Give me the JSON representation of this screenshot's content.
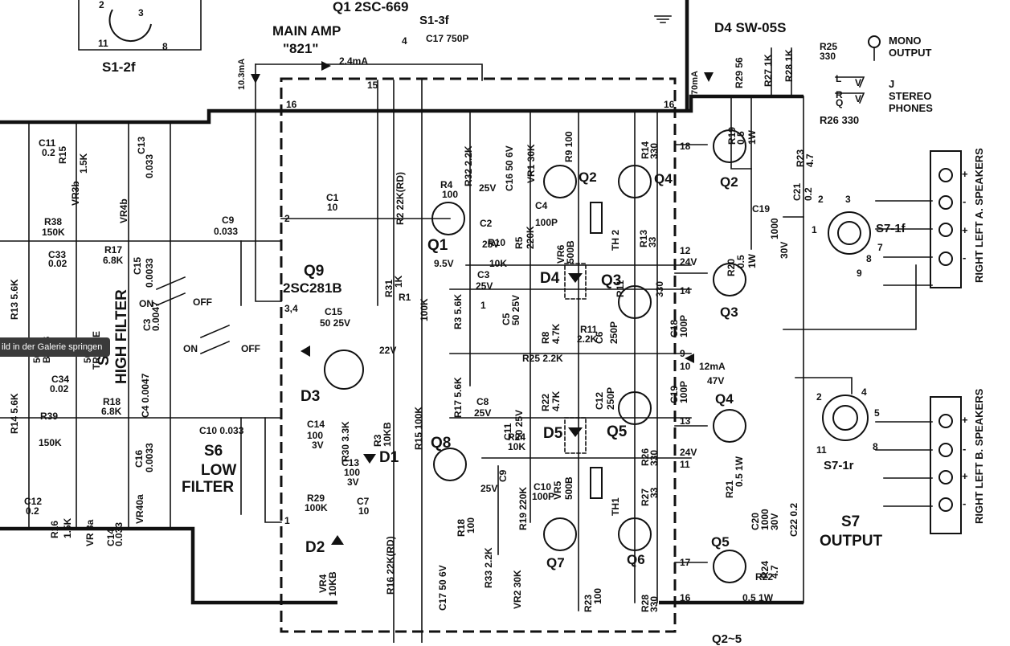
{
  "gallery_caption": "ild in der Galerie springen",
  "headings": {
    "q1": "Q1 2SC-669",
    "main_amp": "MAIN AMP",
    "main_amp_code": "\"821\"",
    "d4_sw": "D4 SW-05S",
    "q9": "Q9",
    "q9_type": "2SC281B",
    "s1_2f": "S1-2f",
    "s1_3f": "S1-3f",
    "s4": "S4",
    "high_filter": "HIGH FILTER",
    "s6": "S6",
    "low": "LOW",
    "filter": "FILTER",
    "s7": "S7",
    "output": "OUTPUT",
    "s7_1f": "S7-1f",
    "s7_1r": "S7-1r",
    "q2_5": "Q2~5"
  },
  "side_labels": {
    "mono": "MONO",
    "mono_output": "OUTPUT",
    "j": "J",
    "stereo": "STEREO",
    "phones": "PHONES",
    "r26": "R26 330",
    "a_speakers": "RIGHT  LEFT  A. SPEAKERS",
    "b_speakers": "RIGHT  LEFT  B. SPEAKERS",
    "plus": "+",
    "minus": "-"
  },
  "currents": {
    "i_10_3": "10.3mA",
    "i_2_4": "2.4mA",
    "i_70": "70mA",
    "i_12": "12mA",
    "v_47": "47V",
    "v_9_5": "9.5V",
    "v_22": "22V",
    "v_24a": "24V",
    "v_24b": "24V"
  },
  "components": [
    {
      "text": "C11",
      "k": "c11"
    },
    {
      "text": "0.2",
      "k": "c11v"
    },
    {
      "text": "R15",
      "k": "r15"
    },
    {
      "text": "1.5K",
      "k": "r15v"
    },
    {
      "text": "C13",
      "k": "c13"
    },
    {
      "text": "0.033",
      "k": "c13v"
    },
    {
      "text": "VR3b",
      "k": "vr3b"
    },
    {
      "text": "VR4b",
      "k": "vr4b"
    },
    {
      "text": "R38",
      "k": "r38"
    },
    {
      "text": "150K",
      "k": "r38v"
    },
    {
      "text": "C33",
      "k": "c33"
    },
    {
      "text": "0.02",
      "k": "c33v"
    },
    {
      "text": "R13 5.6K",
      "k": "r13"
    },
    {
      "text": "R17",
      "k": "r17"
    },
    {
      "text": "6.8K",
      "k": "r17v"
    },
    {
      "text": "C15",
      "k": "c15"
    },
    {
      "text": "0.0033",
      "k": "c15v"
    },
    {
      "text": "C3",
      "k": "c3l"
    },
    {
      "text": "0.0047",
      "k": "c3lv"
    },
    {
      "text": "C9",
      "k": "c9"
    },
    {
      "text": "0.033",
      "k": "c9v"
    },
    {
      "text": "ON",
      "k": "on1"
    },
    {
      "text": "OFF",
      "k": "off1"
    },
    {
      "text": "ON",
      "k": "on2"
    },
    {
      "text": "OFF",
      "k": "off2"
    },
    {
      "text": "C4 0.0047",
      "k": "c4l"
    },
    {
      "text": "50KA",
      "k": "vr50a"
    },
    {
      "text": "BASS",
      "k": "bass"
    },
    {
      "text": "50KA",
      "k": "vr50b"
    },
    {
      "text": "TREBLE",
      "k": "treble"
    },
    {
      "text": "C34",
      "k": "c34"
    },
    {
      "text": "0.02",
      "k": "c34v"
    },
    {
      "text": "R14 5.6K",
      "k": "r14"
    },
    {
      "text": "R18",
      "k": "r18"
    },
    {
      "text": "6.8K",
      "k": "r18v"
    },
    {
      "text": "R39",
      "k": "r39"
    },
    {
      "text": "150K",
      "k": "r39v"
    },
    {
      "text": "C16",
      "k": "c16l"
    },
    {
      "text": "0.0033",
      "k": "c16lv"
    },
    {
      "text": "C10 0.033",
      "k": "c10"
    },
    {
      "text": "VR40a",
      "k": "vr40a"
    },
    {
      "text": "C12",
      "k": "c12l"
    },
    {
      "text": "0.2",
      "k": "c12lv"
    },
    {
      "text": "R16",
      "k": "r16"
    },
    {
      "text": "1.5K",
      "k": "r16v"
    },
    {
      "text": "VR 3a",
      "k": "vr3a"
    },
    {
      "text": "C14",
      "k": "c14l"
    },
    {
      "text": "0.033",
      "k": "c14lv"
    },
    {
      "text": "C17 750P",
      "k": "c17t"
    },
    {
      "text": "R2 22K(RD)",
      "k": "r2"
    },
    {
      "text": "R32 2.2K",
      "k": "r32"
    },
    {
      "text": "C16 50 6V",
      "k": "c16"
    },
    {
      "text": "VR1 30K",
      "k": "vr1"
    },
    {
      "text": "R9 100",
      "k": "r9"
    },
    {
      "text": "R4",
      "k": "r4"
    },
    {
      "text": "100",
      "k": "r4v"
    },
    {
      "text": "25V",
      "k": "v25a"
    },
    {
      "text": "C1",
      "k": "c1"
    },
    {
      "text": "10",
      "k": "c1v"
    },
    {
      "text": "C4",
      "k": "c4"
    },
    {
      "text": "100P",
      "k": "c4v"
    },
    {
      "text": "R5",
      "k": "r5"
    },
    {
      "text": "220K",
      "k": "r5v"
    },
    {
      "text": "VR6",
      "k": "vr6"
    },
    {
      "text": "500B",
      "k": "vr6v"
    },
    {
      "text": "TH 2",
      "k": "th2"
    },
    {
      "text": "R13",
      "k": "r13b"
    },
    {
      "text": "33",
      "k": "r13bv"
    },
    {
      "text": "R14",
      "k": "r14b"
    },
    {
      "text": "330",
      "k": "r14bv"
    },
    {
      "text": "C2",
      "k": "c2"
    },
    {
      "text": "25V",
      "k": "c2v"
    },
    {
      "text": "R10",
      "k": "r10"
    },
    {
      "text": "10K",
      "k": "r10v"
    },
    {
      "text": "R31",
      "k": "r31"
    },
    {
      "text": "1K",
      "k": "r31v"
    },
    {
      "text": "C3",
      "k": "c3"
    },
    {
      "text": "25V",
      "k": "c3v"
    },
    {
      "text": "1",
      "k": "c3n"
    },
    {
      "text": "C5",
      "k": "c5"
    },
    {
      "text": "50 25V",
      "k": "c5v"
    },
    {
      "text": "R11",
      "k": "r11"
    },
    {
      "text": "330",
      "k": "r11v"
    },
    {
      "text": "R1",
      "k": "r1"
    },
    {
      "text": "100K",
      "k": "r1v"
    },
    {
      "text": "R3 5.6K",
      "k": "r3"
    },
    {
      "text": "R8",
      "k": "r8"
    },
    {
      "text": "4.7K",
      "k": "r8v"
    },
    {
      "text": "R11",
      "k": "r11b"
    },
    {
      "text": "2.2K",
      "k": "r11bv"
    },
    {
      "text": "C6",
      "k": "c6"
    },
    {
      "text": "250P",
      "k": "c6v"
    },
    {
      "text": "C18",
      "k": "c18"
    },
    {
      "text": "100P",
      "k": "c18v"
    },
    {
      "text": "C15",
      "k": "c15b"
    },
    {
      "text": "50 25V",
      "k": "c15bv"
    },
    {
      "text": "R25 2.2K",
      "k": "r25b"
    },
    {
      "text": "R22",
      "k": "r22b"
    },
    {
      "text": "4.7K",
      "k": "r22bv"
    },
    {
      "text": "C12",
      "k": "c12"
    },
    {
      "text": "250P",
      "k": "c12v"
    },
    {
      "text": "C19",
      "k": "c19b"
    },
    {
      "text": "100P",
      "k": "c19bv"
    },
    {
      "text": "R15 100K",
      "k": "r15b"
    },
    {
      "text": "R17 5.6K",
      "k": "r17b"
    },
    {
      "text": "R3",
      "k": "vr3"
    },
    {
      "text": "10KB",
      "k": "vr3v"
    },
    {
      "text": "R30 3.3K",
      "k": "r30"
    },
    {
      "text": "C14",
      "k": "c14"
    },
    {
      "text": "100",
      "k": "c14v"
    },
    {
      "text": "3V",
      "k": "c14v2"
    },
    {
      "text": "C13",
      "k": "c13b"
    },
    {
      "text": "100",
      "k": "c13bv"
    },
    {
      "text": "3V",
      "k": "c13bv2"
    },
    {
      "text": "R29",
      "k": "r29b"
    },
    {
      "text": "100K",
      "k": "r29bv"
    },
    {
      "text": "C7",
      "k": "c7"
    },
    {
      "text": "10",
      "k": "c7v"
    },
    {
      "text": "VR4",
      "k": "vr4"
    },
    {
      "text": "10KB",
      "k": "vr4v"
    },
    {
      "text": "R16 22K(RD)",
      "k": "r16b"
    },
    {
      "text": "C8",
      "k": "c8"
    },
    {
      "text": "25V",
      "k": "c8v"
    },
    {
      "text": "C11",
      "k": "c11b"
    },
    {
      "text": "50 25V",
      "k": "c11bv"
    },
    {
      "text": "R24",
      "k": "r24b"
    },
    {
      "text": "10K",
      "k": "r24bv"
    },
    {
      "text": "C9",
      "k": "c9b"
    },
    {
      "text": "25V",
      "k": "c9bv"
    },
    {
      "text": "R18",
      "k": "r18b"
    },
    {
      "text": "100",
      "k": "r18bv"
    },
    {
      "text": "R19 220K",
      "k": "r19b"
    },
    {
      "text": "C10",
      "k": "c10b"
    },
    {
      "text": "100P",
      "k": "c10bv"
    },
    {
      "text": "VR5",
      "k": "vr5"
    },
    {
      "text": "500B",
      "k": "vr5v"
    },
    {
      "text": "TH1",
      "k": "th1"
    },
    {
      "text": "R26",
      "k": "r26b"
    },
    {
      "text": "330",
      "k": "r26bv"
    },
    {
      "text": "R27",
      "k": "r27b"
    },
    {
      "text": "33",
      "k": "r27bv"
    },
    {
      "text": "C17 50 6V",
      "k": "c17b"
    },
    {
      "text": "R33 2.2K",
      "k": "r33"
    },
    {
      "text": "VR2 30K",
      "k": "vr2"
    },
    {
      "text": "R23",
      "k": "r23b"
    },
    {
      "text": "100",
      "k": "r23bv"
    },
    {
      "text": "R28",
      "k": "r28b"
    },
    {
      "text": "330",
      "k": "r28bv"
    },
    {
      "text": "R29 56",
      "k": "r29r"
    },
    {
      "text": "R27 1K",
      "k": "r27r"
    },
    {
      "text": "R28 1K",
      "k": "r28r"
    },
    {
      "text": "R25",
      "k": "r25r"
    },
    {
      "text": "330",
      "k": "r25rv"
    },
    {
      "text": "R19",
      "k": "r19r"
    },
    {
      "text": "0.5",
      "k": "r19rv"
    },
    {
      "text": "1W",
      "k": "r19rw"
    },
    {
      "text": "R23",
      "k": "r23r"
    },
    {
      "text": "4.7",
      "k": "r23rv"
    },
    {
      "text": "C21",
      "k": "c21"
    },
    {
      "text": "0.2",
      "k": "c21v"
    },
    {
      "text": "C19",
      "k": "c19r"
    },
    {
      "text": "1000",
      "k": "c19rv"
    },
    {
      "text": "30V",
      "k": "c19rv2"
    },
    {
      "text": "R20",
      "k": "r20r"
    },
    {
      "text": "0.5",
      "k": "r20rv"
    },
    {
      "text": "1W",
      "k": "r20rw"
    },
    {
      "text": "R21",
      "k": "r21r"
    },
    {
      "text": "0.5 1W",
      "k": "r21rv"
    },
    {
      "text": "C20",
      "k": "c20"
    },
    {
      "text": "1000",
      "k": "c20v"
    },
    {
      "text": "30V",
      "k": "c20v2"
    },
    {
      "text": "C22 0.2",
      "k": "c22"
    },
    {
      "text": "R24",
      "k": "r24r"
    },
    {
      "text": "4.7",
      "k": "r24rv"
    },
    {
      "text": "R22",
      "k": "r22r"
    },
    {
      "text": "0.5 1W",
      "k": "r22rv"
    },
    {
      "text": "D1",
      "k": "d1"
    },
    {
      "text": "D2",
      "k": "d2"
    },
    {
      "text": "D3",
      "k": "d3"
    },
    {
      "text": "D4",
      "k": "d4"
    },
    {
      "text": "D5",
      "k": "d5"
    },
    {
      "text": "Q1",
      "k": "q1"
    },
    {
      "text": "Q2",
      "k": "q2"
    },
    {
      "text": "Q3",
      "k": "q3"
    },
    {
      "text": "Q4",
      "k": "q4"
    },
    {
      "text": "Q5",
      "k": "q5"
    },
    {
      "text": "Q6",
      "k": "q6"
    },
    {
      "text": "Q7",
      "k": "q7"
    },
    {
      "text": "Q8",
      "k": "q8"
    },
    {
      "text": "Q2",
      "k": "q2r"
    },
    {
      "text": "Q3",
      "k": "q3r"
    },
    {
      "text": "Q4",
      "k": "q4r"
    },
    {
      "text": "Q5",
      "k": "q5r"
    }
  ],
  "nodes": [
    "16",
    "15",
    "2",
    "3,4",
    "1",
    "16",
    "18",
    "12",
    "14",
    "9",
    "10",
    "13",
    "11",
    "17",
    "16",
    "2",
    "3",
    "1",
    "7",
    "8",
    "9",
    "2",
    "4",
    "5",
    "11",
    "8",
    "2",
    "3",
    "4",
    "11",
    "8",
    "L",
    "R",
    "Q",
    "V",
    "V"
  ]
}
